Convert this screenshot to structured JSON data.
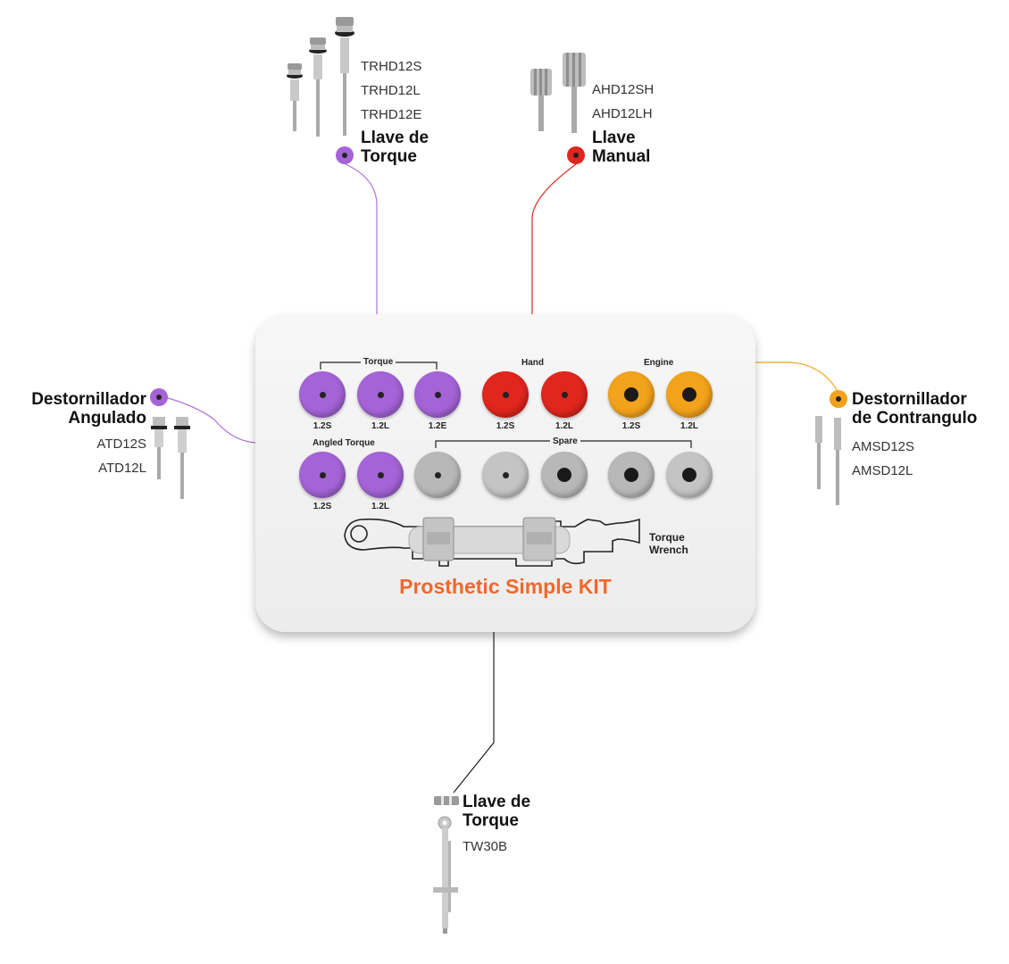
{
  "top_left_group": {
    "codes": [
      "TRHD12S",
      "TRHD12L",
      "TRHD12E"
    ],
    "title_line1": "Llave de",
    "title_line2": "Torque",
    "color": "#a463d6"
  },
  "top_right_group": {
    "codes": [
      "AHD12SH",
      "AHD12LH"
    ],
    "title_line1": "Llave",
    "title_line2": "Manual",
    "color": "#e0261d"
  },
  "left_group": {
    "title_line1": "Destornillador",
    "title_line2": "Angulado",
    "codes": [
      "ATD12S",
      "ATD12L"
    ],
    "color": "#a463d6"
  },
  "right_group": {
    "title_line1": "Destornillador",
    "title_line2": "de Contrangulo",
    "codes": [
      "AMSD12S",
      "AMSD12L"
    ],
    "color": "#f2a21b"
  },
  "bottom_group": {
    "title_line1": "Llave de",
    "title_line2": "Torque",
    "codes": [
      "TW30B"
    ],
    "color": "#888888"
  },
  "kit": {
    "title": "Prosthetic Simple KIT",
    "group_torque": "Torque",
    "group_hand": "Hand",
    "group_engine": "Engine",
    "group_angled": "Angled Torque",
    "group_spare": "Spare",
    "wrench_line1": "Torque",
    "wrench_line2": "Wrench",
    "row1": [
      {
        "label": "1.2S",
        "color": "#a463d6"
      },
      {
        "label": "1.2L",
        "color": "#a463d6"
      },
      {
        "label": "1.2E",
        "color": "#a463d6"
      },
      {
        "label": "1.2S",
        "color": "#e0261d"
      },
      {
        "label": "1.2L",
        "color": "#e0261d"
      },
      {
        "label": "1.2S",
        "color": "#f2a21b"
      },
      {
        "label": "1.2L",
        "color": "#f2a21b"
      }
    ],
    "row2": [
      {
        "label": "1.2S",
        "color": "#a463d6"
      },
      {
        "label": "1.2L",
        "color": "#a463d6"
      },
      {
        "label": "",
        "color": "#b8b8b8"
      },
      {
        "label": "",
        "color": "#c4c4c4"
      },
      {
        "label": "",
        "color": "#b8b8b8"
      },
      {
        "label": "",
        "color": "#b8b8b8"
      },
      {
        "label": "",
        "color": "#c4c4c4"
      }
    ]
  }
}
